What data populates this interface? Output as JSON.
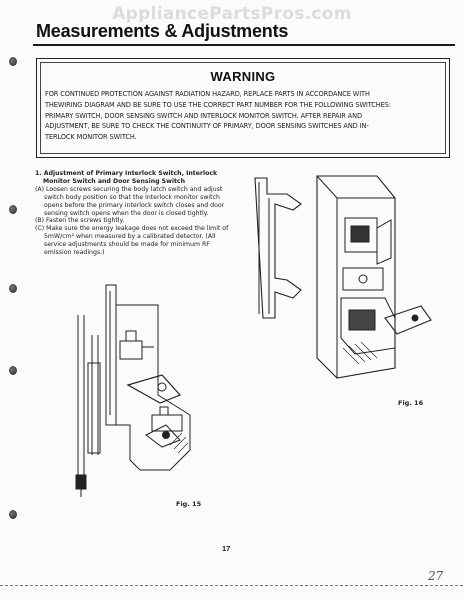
{
  "watermark": "AppliancePartsPros.com",
  "header": {
    "title": "Measurements & Adjustments"
  },
  "warning": {
    "title": "WARNING",
    "lines": [
      "FOR CONTINUED PROTECTION AGAINST RADIATION HAZARD, REPLACE PARTS IN ACCORDANCE WITH",
      "THEWIRING DIAGRAM AND BE SURE TO USE THE CORRECT PART NUMBER FOR THE FOLLOWING SWITCHES:",
      "PRIMARY SWITCH, DOOR SENSING SWITCH AND INTERLOCK MONITOR SWITCH. AFTER REPAIR AND",
      "ADJUSTMENT, BE SURE TO CHECK THE CONTINUITY OF PRIMARY, DOOR SENSING SWITCHES AND IN-",
      "TERLOCK MONITOR SWITCH."
    ]
  },
  "procedure": {
    "heading": [
      "1. Adjustment of Primary Interlock Switch, Interlock",
      "Monitor Switch and Door Sensing Switch"
    ],
    "steps": [
      "(A) Loosen screws securing the body latch switch and adjust switch body position so that the interlock monitor switch opens before the primary interlock switch closes and door sensing switch opens when the door is closed tightly.",
      "(B) Fasten the screws tightly.",
      "(C) Make sure the energy leakage does not exceed the limit of 5mW/cm² when measured by a calibrated detector. (All service adjustments should be made for minimum RF emission readings.)"
    ]
  },
  "figures": {
    "fig15_caption": "Fig. 15",
    "fig16_caption": "Fig. 16"
  },
  "footer": {
    "page_number": "17",
    "page_mark": "27"
  }
}
